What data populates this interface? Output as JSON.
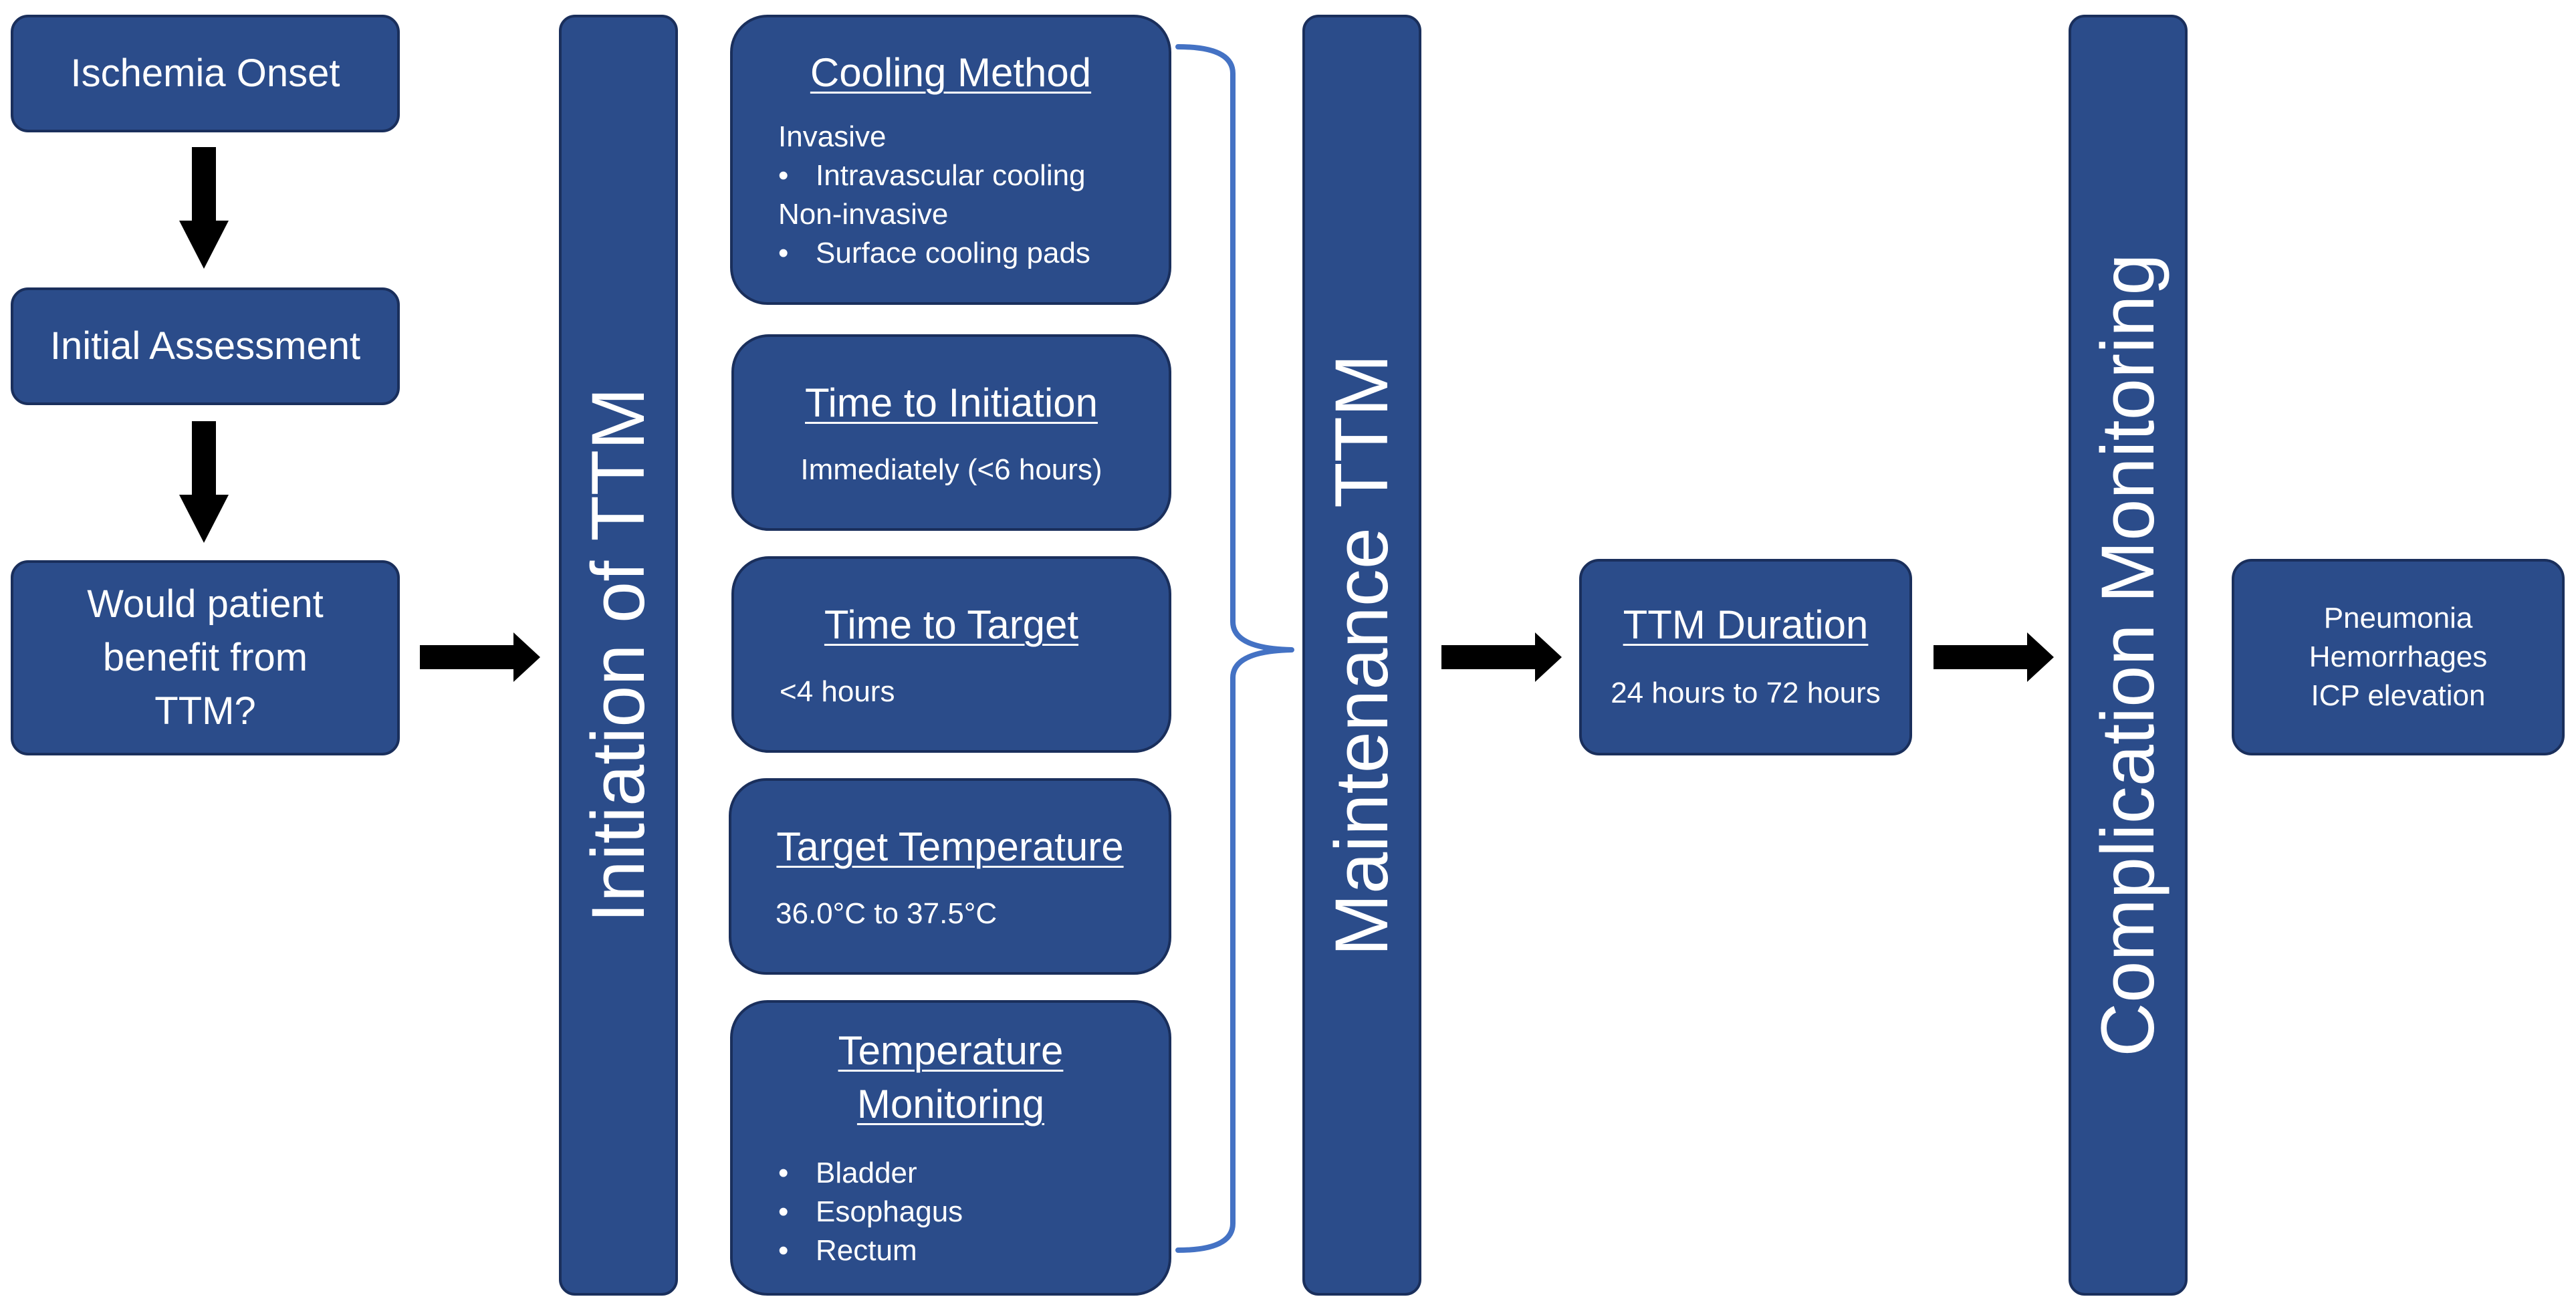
{
  "flow": {
    "ischemia_onset": "Ischemia Onset",
    "initial_assessment": "Initial Assessment",
    "question": [
      "Would patient",
      "benefit from",
      "TTM?"
    ]
  },
  "phases": {
    "initiation": "Initiation of TTM",
    "maintenance": "Maintenance TTM",
    "complication": "Complication Monitoring"
  },
  "cards": {
    "cooling_method": {
      "title": "Cooling Method",
      "invasive_label": "Invasive",
      "invasive_item": "Intravascular cooling",
      "noninvasive_label": "Non-invasive",
      "noninvasive_item": "Surface cooling pads"
    },
    "time_to_initiation": {
      "title": "Time to Initiation",
      "value": "Immediately (<6 hours)"
    },
    "time_to_target": {
      "title": "Time to Target",
      "value": "<4 hours"
    },
    "target_temperature": {
      "title": "Target Temperature",
      "value": "36.0°C to 37.5°C"
    },
    "temperature_monitoring": {
      "title_line1": "Temperature",
      "title_line2": "Monitoring",
      "items": [
        "Bladder",
        "Esophagus",
        "Rectum"
      ]
    }
  },
  "duration": {
    "title": "TTM Duration",
    "value": "24 hours to 72 hours"
  },
  "complications": {
    "items": [
      "Pneumonia",
      "Hemorrhages",
      "ICP elevation"
    ]
  },
  "colors": {
    "box_fill": "#2B4C8A",
    "box_border": "#1A2F5C",
    "brace": "#4472C4",
    "arrow": "#000000",
    "text": "#FFFFFF"
  }
}
